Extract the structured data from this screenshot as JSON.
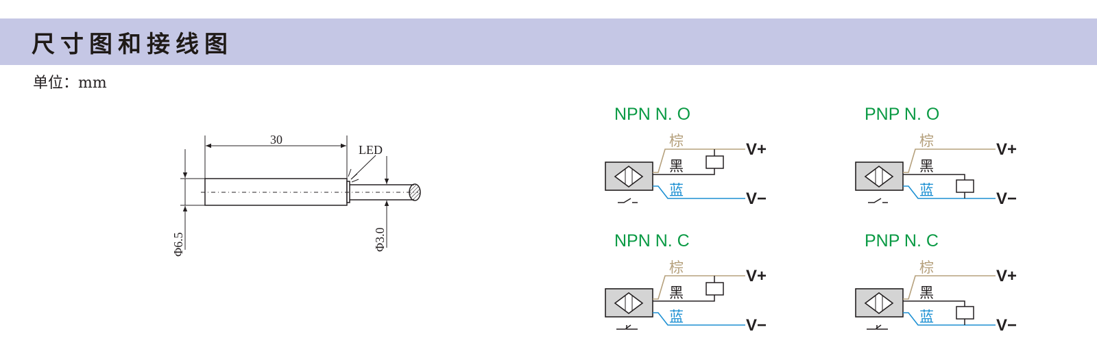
{
  "header": {
    "title": "尺寸图和接线图"
  },
  "unit_label": "单位：mm",
  "dimension_drawing": {
    "length_label": "30",
    "led_label": "LED",
    "body_diameter_label": "Φ6.5",
    "cable_diameter_label": "Φ3.0"
  },
  "wiring": {
    "wire_labels": {
      "brown": "棕",
      "black": "黑",
      "blue": "蓝"
    },
    "terminals": {
      "positive": "V+",
      "negative": "V−"
    },
    "diagrams": [
      {
        "title": "NPN  N. O",
        "type": "NPN",
        "contact": "N.O"
      },
      {
        "title": "PNP  N. O",
        "type": "PNP",
        "contact": "N.O"
      },
      {
        "title": "NPN  N. C",
        "type": "NPN",
        "contact": "N.C"
      },
      {
        "title": "PNP  N. C",
        "type": "PNP",
        "contact": "N.C"
      }
    ]
  },
  "colors": {
    "banner": "#c5c7e5",
    "title_green": "#0a9a44",
    "brown_wire": "#b5a07c",
    "black_wire": "#231f20",
    "blue_wire": "#1b8fd2",
    "sensor_fill": "#d4d4d4"
  }
}
